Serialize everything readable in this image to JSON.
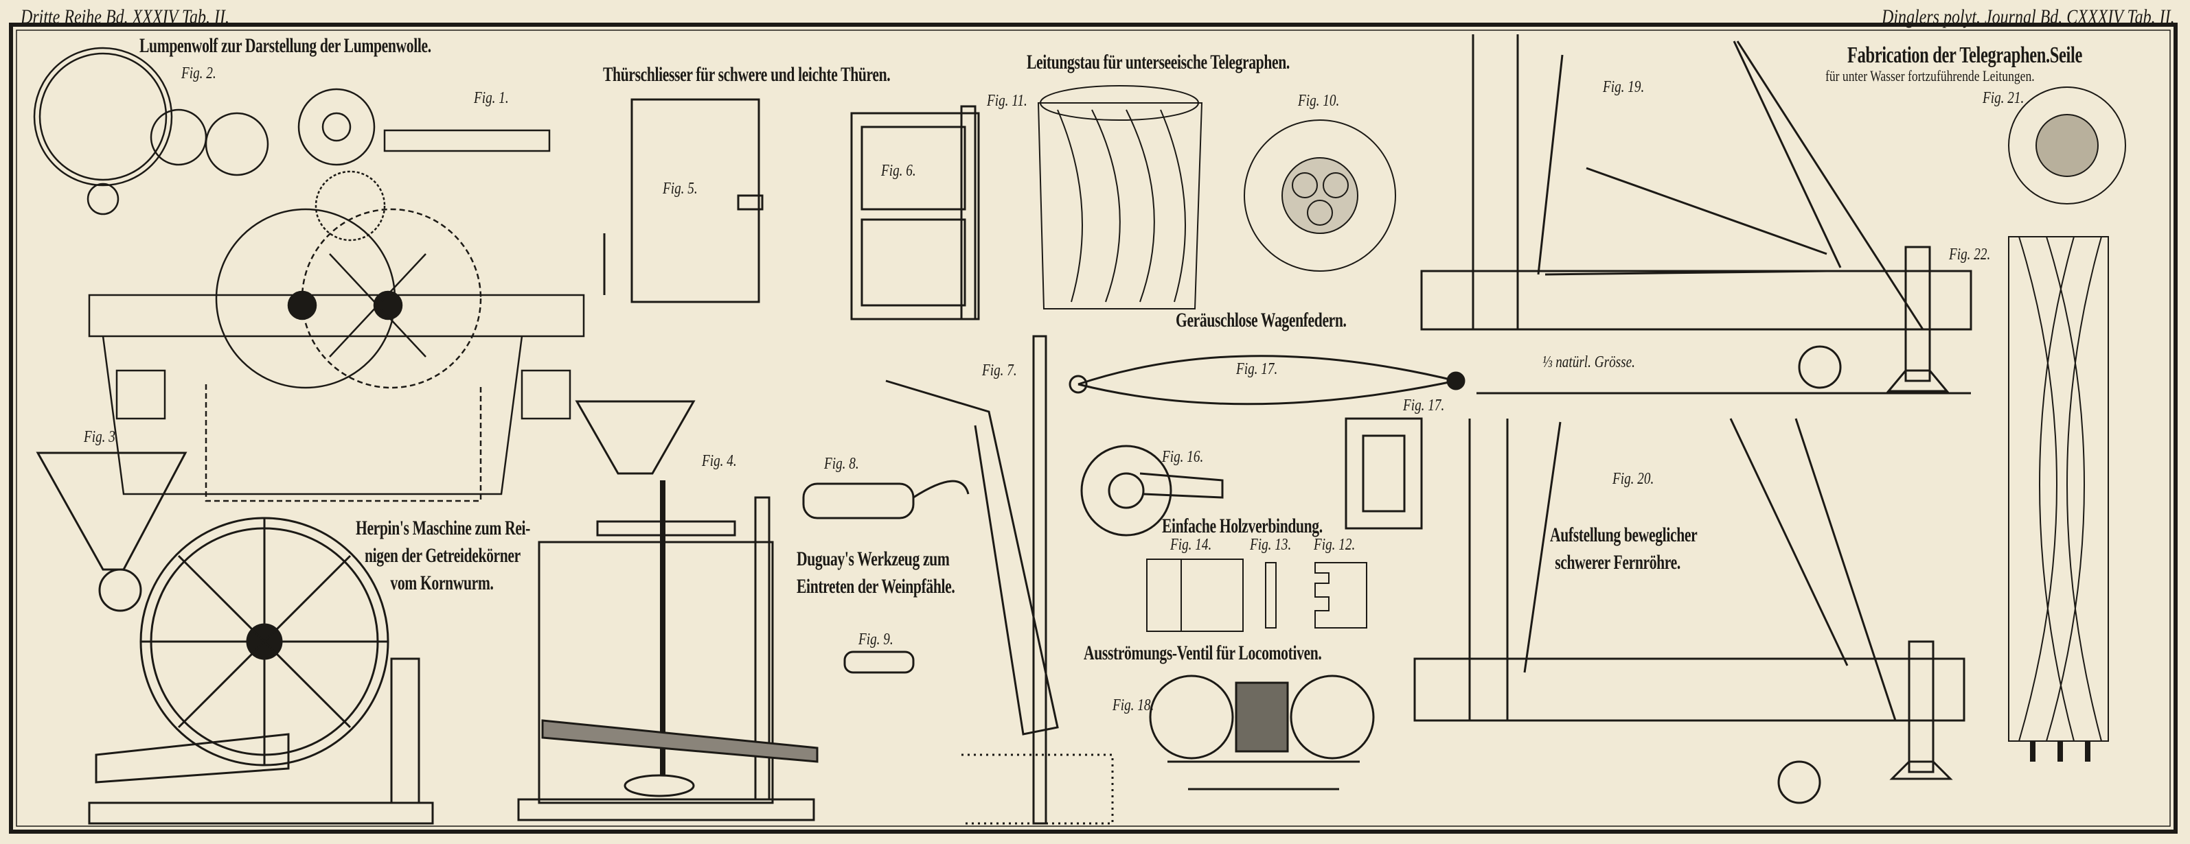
{
  "header": {
    "left": "Dritte Reihe Bd. XXXIV Tab. II.",
    "right": "Dinglers polyt. Journal Bd. CXXXIV Tab. II."
  },
  "titles": {
    "lumpenwolf": "Lumpenwolf zur Darstellung der Lumpenwolle.",
    "thuerschliesser": "Thürschliesser für schwere und leichte Thüren.",
    "leitungstau": "Leitungstau für unterseeische Telegraphen.",
    "fabrication": "Fabrication der Telegraphen.Seile",
    "fabrication_sub": "für unter Wasser fortzuführende Leitungen.",
    "wagenfedern": "Geräuschlose Wagenfedern.",
    "herpin": [
      "Herpin's Maschine zum Rei-",
      "nigen der Getreidekörner",
      "vom Kornwurm."
    ],
    "duguay": [
      "Duguay's Werkzeug zum",
      "Eintreten der Weinpfähle."
    ],
    "holzverbindung": "Einfache Holzverbindung.",
    "ventil": "Ausströmungs-Ventil für Locomotiven.",
    "fernroehre": [
      "Aufstellung beweglicher",
      "schwerer Fernröhre."
    ],
    "scale_note": "⅓ natürl. Grösse."
  },
  "figures": {
    "fig1": "Fig. 1.",
    "fig2": "Fig. 2.",
    "fig3": "Fig. 3.",
    "fig4": "Fig. 4.",
    "fig5": "Fig. 5.",
    "fig6": "Fig. 6.",
    "fig7": "Fig. 7.",
    "fig8": "Fig. 8.",
    "fig9": "Fig. 9.",
    "fig10": "Fig. 10.",
    "fig11": "Fig. 11.",
    "fig12": "Fig. 12.",
    "fig13": "Fig. 13.",
    "fig14": "Fig. 14.",
    "fig16": "Fig. 16.",
    "fig17": "Fig. 17.",
    "fig17b": "Fig. 17.",
    "fig18": "Fig. 18.",
    "fig19": "Fig. 19.",
    "fig20": "Fig. 20.",
    "fig21": "Fig. 21.",
    "fig22": "Fig. 22."
  },
  "colors": {
    "paper": "#f1ead6",
    "ink": "#1c1a16"
  }
}
